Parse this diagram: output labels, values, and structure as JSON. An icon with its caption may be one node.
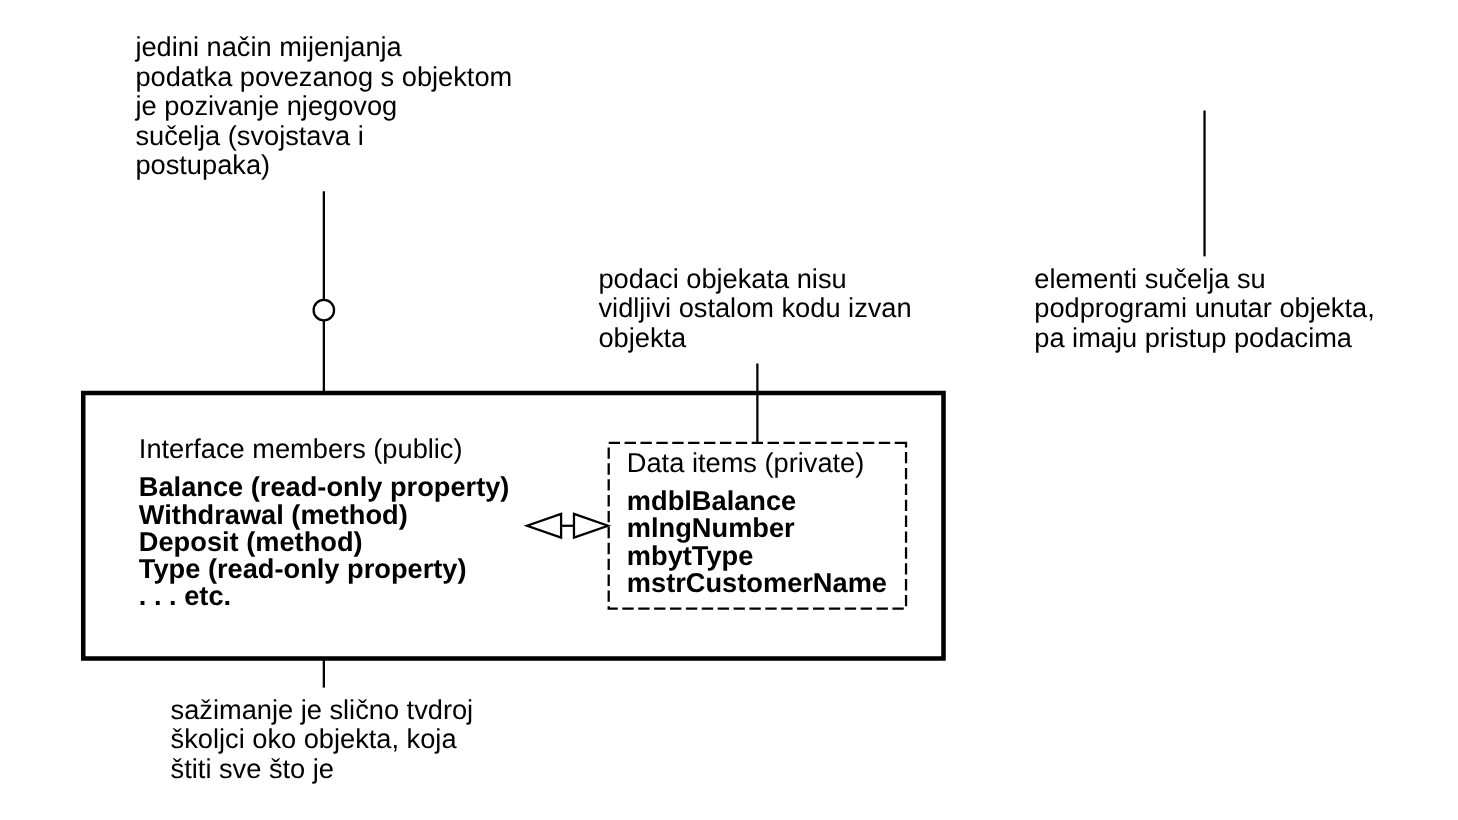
{
  "diagram": {
    "nodes": [
      {
        "text": [],
        "shape": "box"
      },
      {
        "text": [
          "Interface members (public)",
          "Balance (read-only property)",
          "Withdrawal (method)",
          "Deposit (method)",
          "Type (read-only property)",
          ". . . etc."
        ],
        "in": 0
      },
      {
        "text": [
          "Data items (private)",
          "mdblBalance",
          "mlngNumber",
          "mbytType",
          "mstrCustomerName"
        ],
        "in": 0
      },
      {
        "text": [
          "jedini način mijenjanja podatka povezanog s objektom je pozivanje njegovog sučelja (svojstava i postupaka)"
        ]
      },
      {
        "text": [],
        "shape": "circle"
      },
      {
        "text": [
          "podaci objekata nisu vidljivi ostalom kodu izvan objekta"
        ]
      },
      {
        "text": [
          "sažimanje je slično tvdroj školjci oko objekta, koja štiti sve što je"
        ]
      },
      {
        "text": [
          "elementi sučelja su podprogrami unutar objekta, pa imaju pristup podacima"
        ]
      }
    ],
    "edges": [
      {
        "from": 1,
        "to": 2,
        "arrow": "both"
      },
      {
        "from": 3,
        "to": 4,
        "arrow": "none"
      },
      {
        "from": 4,
        "to": 0,
        "arrow": "none"
      },
      {
        "from": 5,
        "to": 2,
        "arrow": "none"
      },
      {
        "from": 6,
        "to": 0,
        "arrow": "none"
      },
      {
        "from": 7,
        "to": null,
        "arrow": "none"
      }
    ]
  }
}
